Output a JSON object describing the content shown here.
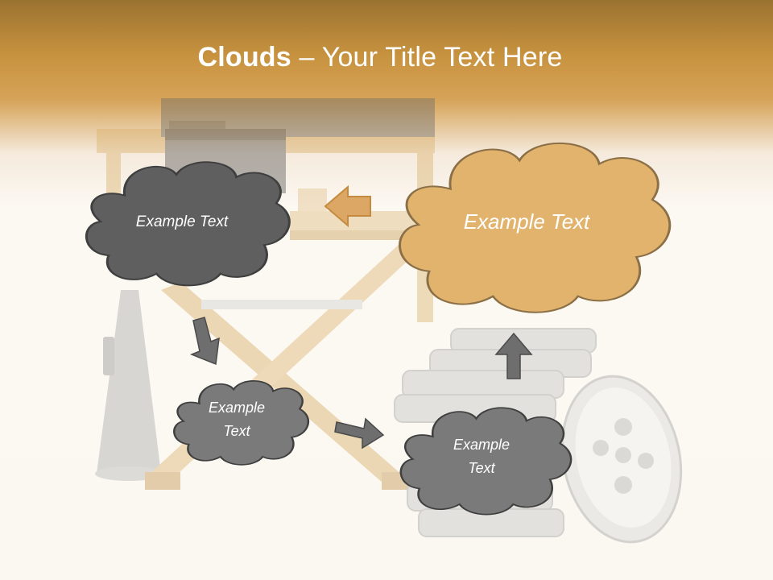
{
  "title": {
    "bold": "Clouds",
    "separator": " – ",
    "rest": "Your Title Text Here"
  },
  "clouds": {
    "c1": {
      "line1": "Example Text"
    },
    "c2": {
      "line1": "Example Text"
    },
    "c3": {
      "line1": "Example",
      "line2": "Text"
    },
    "c4": {
      "line1": "Example",
      "line2": "Text"
    }
  },
  "colors": {
    "dark_cloud": "#5f5f5f",
    "gray_cloud": "#7a7a7a",
    "tan_cloud": "#e2b36d",
    "arrow_gray": "#6e6e6e",
    "arrow_tan": "#dca664"
  }
}
